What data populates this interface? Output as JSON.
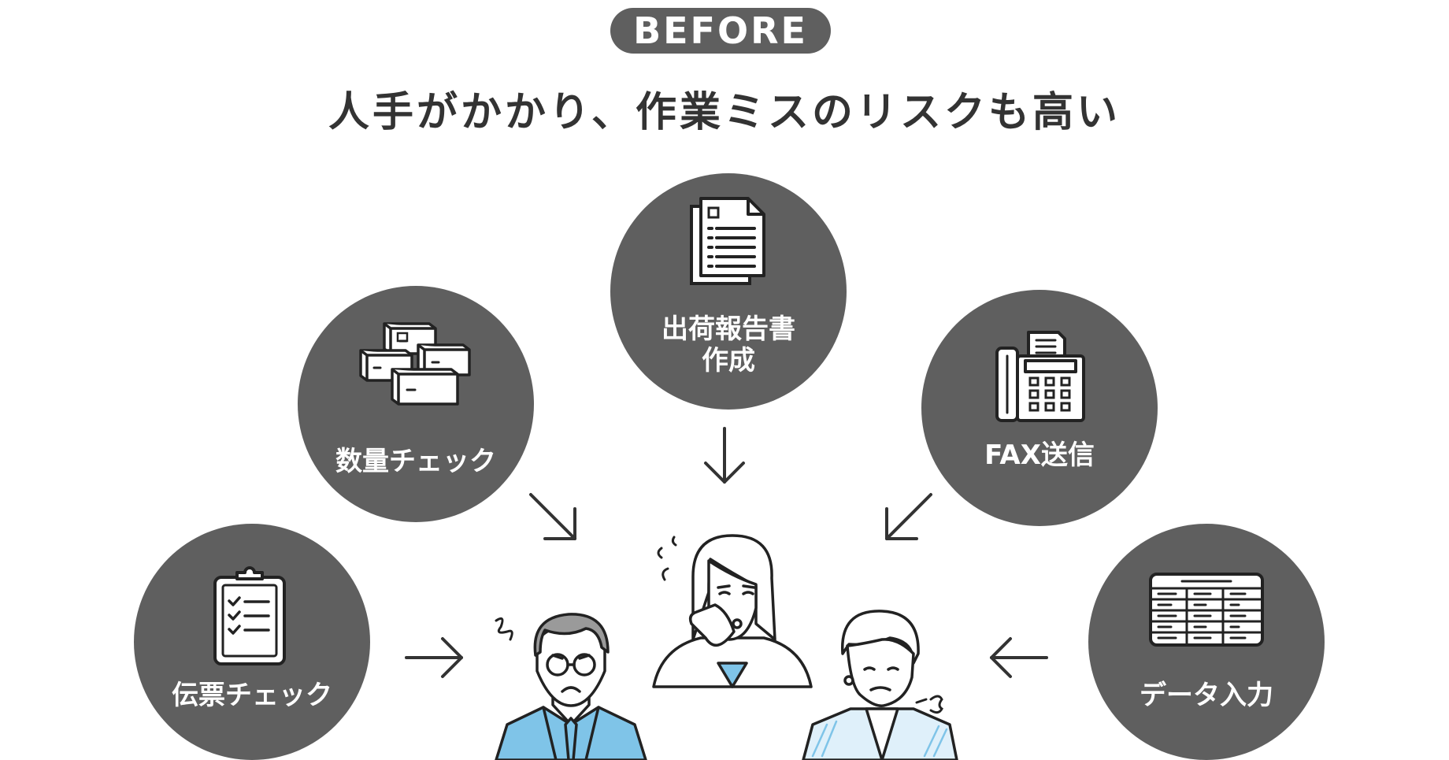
{
  "badge": {
    "label": "BEFORE"
  },
  "headline": "人手がかかり、作業ミスのリスクも高い",
  "tasks": {
    "shukka": {
      "label_line1": "出荷報告書",
      "label_line2": "作成",
      "icon": "document-icon"
    },
    "suryo": {
      "label": "数量チェック",
      "icon": "boxes-icon"
    },
    "fax": {
      "label": "FAX送信",
      "icon": "fax-machine-icon"
    },
    "denpyo": {
      "label": "伝票チェック",
      "icon": "clipboard-checklist-icon"
    },
    "data": {
      "label": "データ入力",
      "icon": "spreadsheet-icon"
    }
  },
  "colors": {
    "circle": "#5f5f5f",
    "line": "#333333",
    "suit_accent": "#7fc4e8",
    "background": "#ffffff"
  },
  "people": [
    {
      "icon": "worried-man-glasses"
    },
    {
      "icon": "worried-woman-hand-on-cheek"
    },
    {
      "icon": "worried-woman-sighing"
    }
  ]
}
